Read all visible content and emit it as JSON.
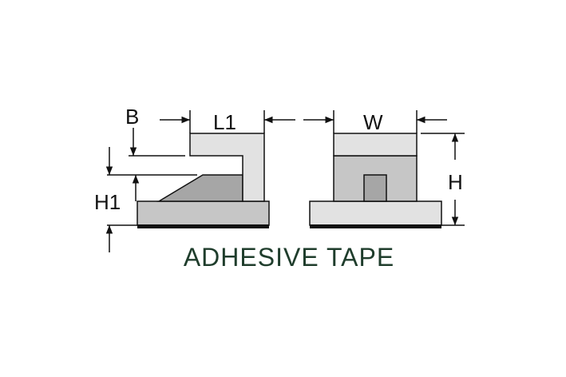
{
  "labels": {
    "b": "B",
    "l1": "L1",
    "w": "W",
    "h": "H",
    "h1": "H1"
  },
  "caption": "ADHESIVE TAPE",
  "colors": {
    "light": "#e2e2e2",
    "mid": "#c6c6c6",
    "dark": "#a6a6a6",
    "tape": "#111111",
    "caption": "#1f3d2c"
  }
}
